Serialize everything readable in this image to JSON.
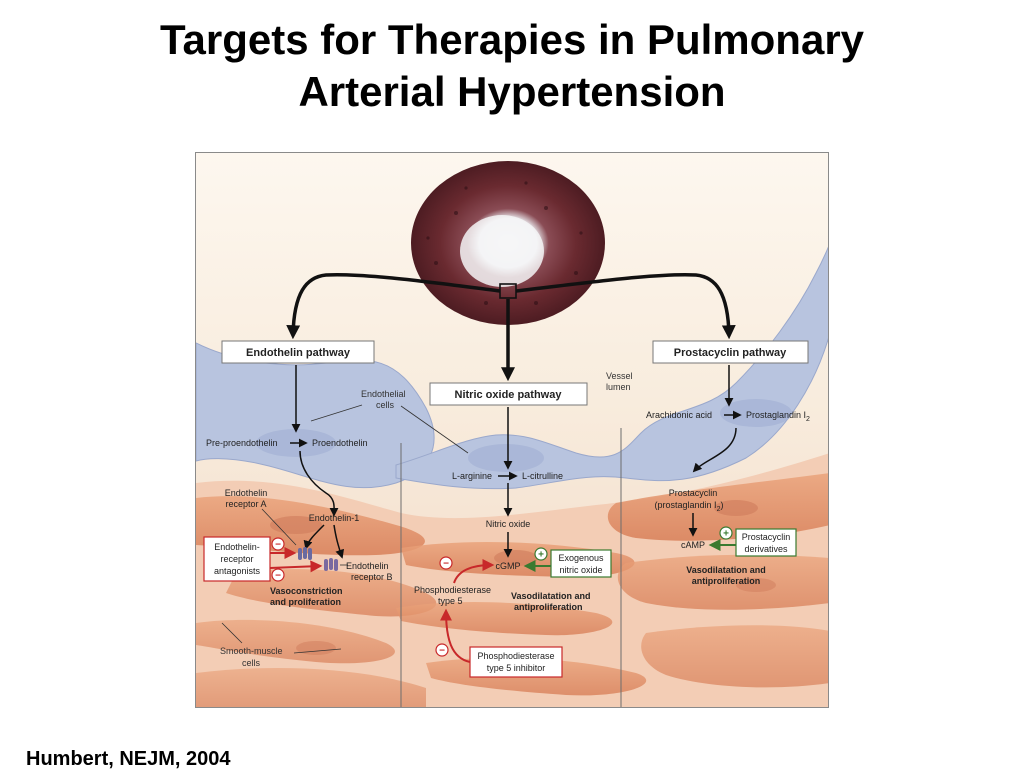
{
  "slide": {
    "title_line1": "Targets for Therapies in Pulmonary",
    "title_line2": "Arterial Hypertension",
    "citation": "Humbert, NEJM, 2004"
  },
  "figure": {
    "pathways": {
      "endothelin": "Endothelin pathway",
      "nitric_oxide": "Nitric oxide pathway",
      "prostacyclin": "Prostacyclin pathway"
    },
    "labels": {
      "vessel_lumen_1": "Vessel",
      "vessel_lumen_2": "lumen",
      "endothelial_cells_1": "Endothelial",
      "endothelial_cells_2": "cells",
      "pre_proendothelin": "Pre-proendothelin",
      "proendothelin": "Proendothelin",
      "endothelin_receptor_a_1": "Endothelin",
      "endothelin_receptor_a_2": "receptor A",
      "endothelin_1": "Endothelin-1",
      "endothelin_receptor_b_1": "Endothelin",
      "endothelin_receptor_b_2": "receptor B",
      "vasoconstriction_1": "Vasoconstriction",
      "vasoconstriction_2": "and proliferation",
      "smooth_muscle_1": "Smooth-muscle",
      "smooth_muscle_2": "cells",
      "l_arginine": "L-arginine",
      "l_citrulline": "L-citrulline",
      "nitric_oxide": "Nitric oxide",
      "cgmp": "cGMP",
      "pde5_1": "Phosphodiesterase",
      "pde5_2": "type 5",
      "no_vasodilatation_1": "Vasodilatation and",
      "no_vasodilatation_2": "antiproliferation",
      "arachidonic_acid": "Arachidonic acid",
      "prostaglandin_i2": "Prostaglandin I",
      "prostaglandin_i2_sub": "2",
      "prostacyclin_1": "Prostacyclin",
      "prostacyclin_2": "(prostaglandin I",
      "prostacyclin_2_sub": "2",
      "prostacyclin_2_end": ")",
      "camp": "cAMP",
      "pg_vasodilatation_1": "Vasodilatation and",
      "pg_vasodilatation_2": "antiproliferation"
    },
    "drug_boxes": {
      "era_1": "Endothelin-",
      "era_2": "receptor",
      "era_3": "antagonists",
      "exo_no_1": "Exogenous",
      "exo_no_2": "nitric oxide",
      "pde5i_1": "Phosphodiesterase",
      "pde5i_2": "type 5 inhibitor",
      "prost_deriv_1": "Prostacyclin",
      "prost_deriv_2": "derivatives"
    },
    "signs": {
      "minus": "−",
      "plus": "+"
    },
    "colors": {
      "inhibit": "#c8282a",
      "stimulate": "#3a7a30",
      "endothelium": "#b8c4df",
      "smooth_muscle": "#e29a74",
      "vessel_section": "#6a2a30"
    }
  }
}
